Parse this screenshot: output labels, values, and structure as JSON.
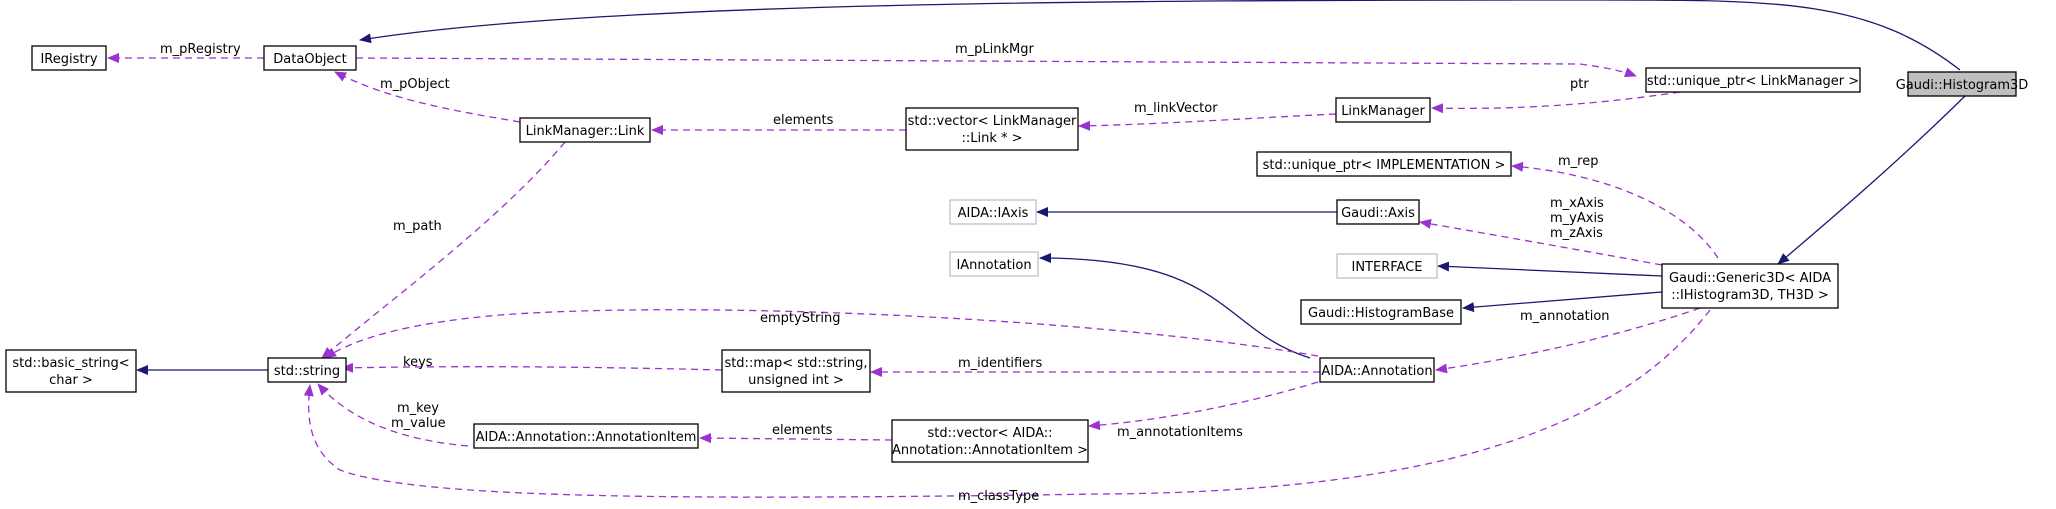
{
  "nodes": {
    "histogram3d": "Gaudi::Histogram3D",
    "dataobject": "DataObject",
    "iregistry": "IRegistry",
    "uniqueptr_linkmgr": "std::unique_ptr< LinkManager >",
    "linkmanager": "LinkManager",
    "linkmanager_link": "LinkManager::Link",
    "vector_link": [
      "std::vector< LinkManager",
      "::Link * >"
    ],
    "uniqueptr_impl": "std::unique_ptr< IMPLEMENTATION >",
    "aida_iaxis": "AIDA::IAxis",
    "gaudi_axis": "Gaudi::Axis",
    "iannotation": "IAnnotation",
    "interface": "INTERFACE",
    "generic3d": [
      "Gaudi::Generic3D< AIDA",
      "::IHistogram3D, TH3D >"
    ],
    "histogrambase": "Gaudi::HistogramBase",
    "basic_string": [
      "std::basic_string<",
      "char >"
    ],
    "std_string": "std::string",
    "std_map": [
      "std::map< std::string,",
      "unsigned int >"
    ],
    "aida_annotation": "AIDA::Annotation",
    "annotationitem": "AIDA::Annotation::AnnotationItem",
    "vector_annotationitem": [
      "std::vector< AIDA::",
      "Annotation::AnnotationItem >"
    ]
  },
  "edge_labels": {
    "m_pRegistry": "m_pRegistry",
    "m_pLinkMgr": "m_pLinkMgr",
    "m_pObject": "m_pObject",
    "ptr": "ptr",
    "m_linkVector": "m_linkVector",
    "elements_link": "elements",
    "m_rep": "m_rep",
    "axes": [
      "m_xAxis",
      "m_yAxis",
      "m_zAxis"
    ],
    "m_path": "m_path",
    "emptyString": "emptyString",
    "m_annotation": "m_annotation",
    "keys": "keys",
    "m_identifiers": "m_identifiers",
    "key_value": [
      "m_key",
      "m_value"
    ],
    "m_annotationItems": "m_annotationItems",
    "elements_item": "elements",
    "m_classType": "m_classType"
  },
  "colors": {
    "inheritance_edge": "#191970",
    "usage_edge": "#9a32cd",
    "focus_fill": "#bfbfbf",
    "external_border": "#c0c0c0"
  }
}
